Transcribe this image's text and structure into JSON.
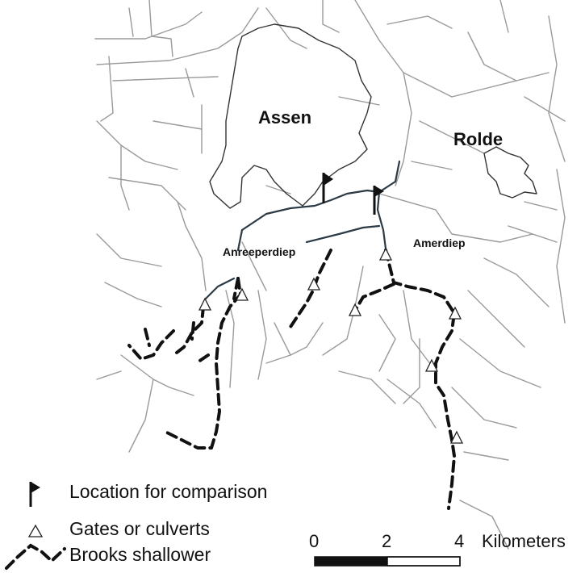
{
  "places": {
    "assen": "Assen",
    "rolde": "Rolde",
    "anreeperdiep": "Anreeperdiep",
    "amerdiep": "Amerdiep"
  },
  "legend": {
    "location": "Location for comparison",
    "gates": "Gates or culverts",
    "brooks": "Brooks shallower"
  },
  "scale": {
    "ticks": [
      "0",
      "2",
      "4"
    ],
    "unit": "Kilometers"
  },
  "colors": {
    "streams": "#9a9a9a",
    "urban_outline": "#333333",
    "main_watercourse": "#2b3a44",
    "shallower_brooks": "#111111"
  }
}
